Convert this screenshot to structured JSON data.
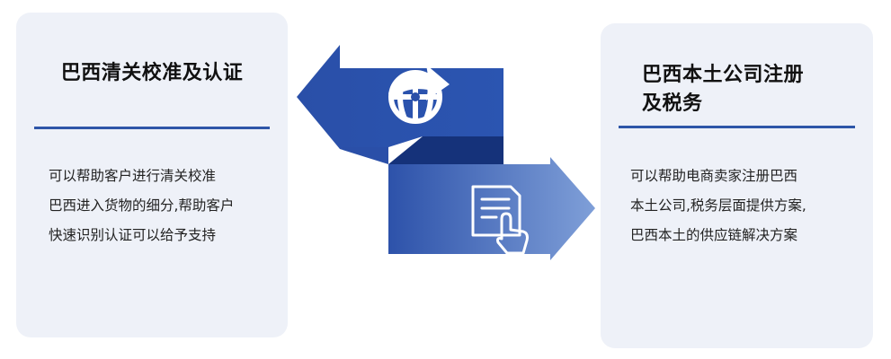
{
  "left_card": {
    "title": "巴西清关校准及认证",
    "lines": [
      "可以帮助客户进行清关校准",
      "巴西进入货物的细分,帮助客户",
      "快速识别认证可以给予支持"
    ]
  },
  "right_card": {
    "title_lines": [
      "巴西本土公司注册",
      "及税务"
    ],
    "lines": [
      "可以帮助电商卖家注册巴西",
      "本土公司,税务层面提供方案,",
      "巴西本土的供应链解决方案"
    ]
  },
  "center": {
    "top_arrow_icon": "globe-arrow-icon",
    "bottom_arrow_icon": "document-click-icon"
  },
  "colors": {
    "card_bg": "#eef1f8",
    "rule": "#2e56a8",
    "arrow_dark": "#1f45a3",
    "arrow_light": "#7a9bd6"
  }
}
